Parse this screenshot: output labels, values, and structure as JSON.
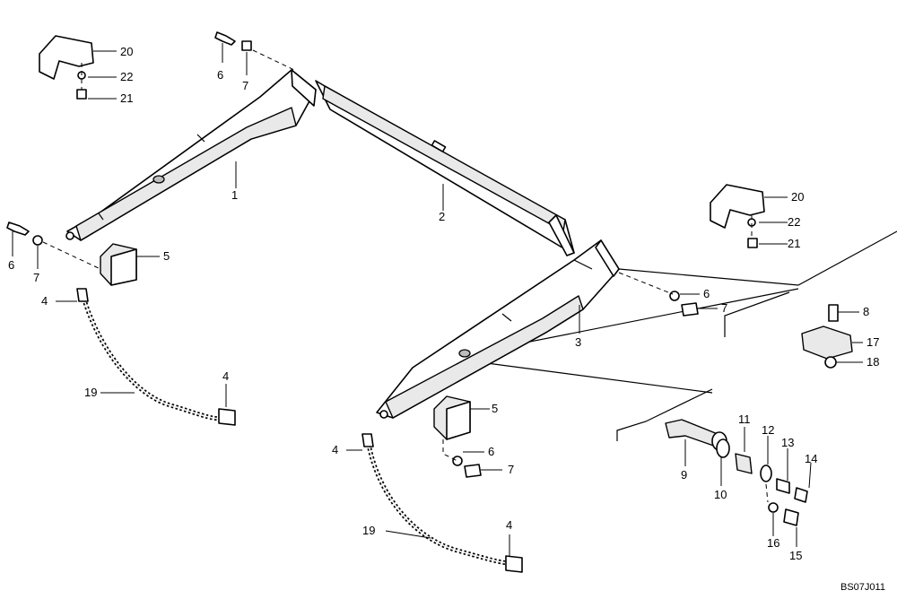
{
  "callouts": {
    "c1": "1",
    "c2": "2",
    "c3": "3",
    "c4a": "4",
    "c4b": "4",
    "c4c": "4",
    "c4d": "4",
    "c5a": "5",
    "c5b": "5",
    "c6a": "6",
    "c6b": "6",
    "c6c": "6",
    "c6d": "6",
    "c7a": "7",
    "c7b": "7",
    "c7c": "7",
    "c7d": "7",
    "c8": "8",
    "c9": "9",
    "c10": "10",
    "c11": "11",
    "c12": "12",
    "c13": "13",
    "c14": "14",
    "c15": "15",
    "c16": "16",
    "c17": "17",
    "c18": "18",
    "c19a": "19",
    "c19b": "19",
    "c20a": "20",
    "c20b": "20",
    "c21a": "21",
    "c21b": "21",
    "c22a": "22",
    "c22b": "22"
  },
  "figure_code": "BS07J011"
}
